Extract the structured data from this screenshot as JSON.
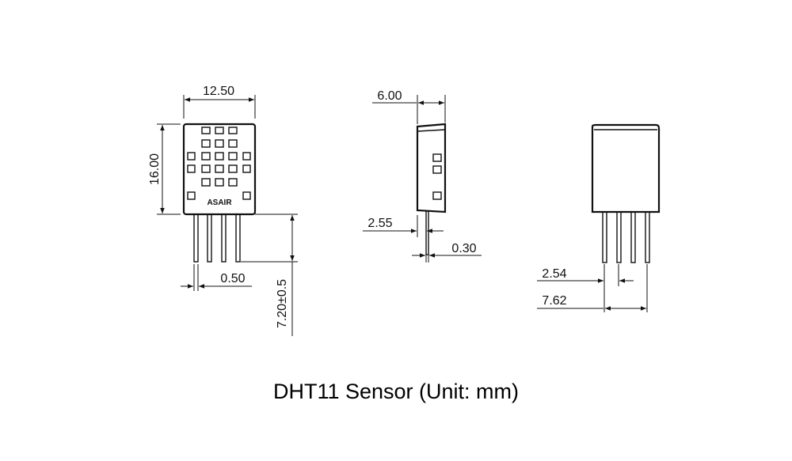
{
  "caption": "DHT11 Sensor (Unit: mm)",
  "front_view": {
    "width_label": "12.50",
    "height_label": "16.00",
    "pin_width_label": "0.50",
    "pin_length_label": "7.20±0.5",
    "logo_text": "ASAIR"
  },
  "side_view": {
    "depth_label": "6.00",
    "offset_label": "2.55",
    "pin_thickness_label": "0.30"
  },
  "back_view": {
    "pitch_label": "2.54",
    "span_label": "7.62"
  }
}
